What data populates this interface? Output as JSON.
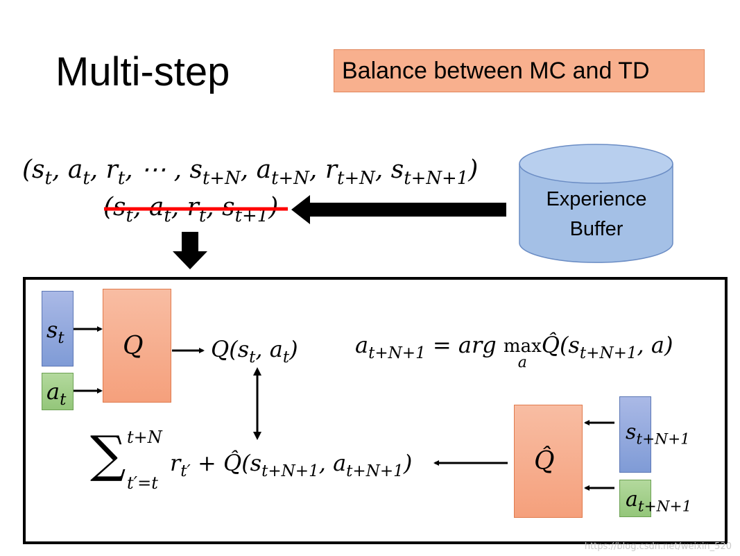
{
  "title": "Multi-step",
  "subtitle": "Balance between MC and TD",
  "experience_buffer": {
    "line1": "Experience",
    "line2": "Buffer"
  },
  "sequence_long": {
    "open": "(",
    "parts": [
      {
        "base": "s",
        "sub": "t"
      },
      {
        "sep": ", "
      },
      {
        "base": "a",
        "sub": "t"
      },
      {
        "sep": ", "
      },
      {
        "base": "r",
        "sub": "t"
      },
      {
        "sep": ", ⋯ , "
      },
      {
        "base": "s",
        "sub": "t+N"
      },
      {
        "sep": ", "
      },
      {
        "base": "a",
        "sub": "t+N"
      },
      {
        "sep": ", "
      },
      {
        "base": "r",
        "sub": "t+N"
      },
      {
        "sep": ", "
      },
      {
        "base": "s",
        "sub": "t+N+1"
      }
    ],
    "close": ")"
  },
  "sequence_short_struck": {
    "text_a": "(s",
    "sub1": "t",
    "text_b": ", a",
    "sub2": "t",
    "text_c": ", r",
    "sub3": "t",
    "text_d": ", s",
    "sub4": "t+1",
    "text_e": ")"
  },
  "nodes": {
    "s_t": {
      "base": "s",
      "sub": "t"
    },
    "a_t": {
      "base": "a",
      "sub": "t"
    },
    "q": "Q",
    "q_hat": "Q̂",
    "s_tN1": {
      "base": "s",
      "sub": "t+N+1"
    },
    "a_tN1": {
      "base": "a",
      "sub": "t+N+1"
    }
  },
  "q_output": {
    "pre": "Q(s",
    "sub1": "t",
    "mid": ", a",
    "sub2": "t",
    "post": ")"
  },
  "argmax_eq": {
    "a": "a",
    "a_sub": "t+N+1",
    "eq": " = arg ",
    "max": "max",
    "max_sub": "a",
    "qhat": "Q̂(s",
    "s_sub": "t+N+1",
    "tail": ", a)"
  },
  "target": {
    "sum_sym": "∑",
    "sum_top": "t+N",
    "sum_bot": "t′=t",
    "r": "r",
    "r_sub": "t′",
    "plus": " + Q̂(s",
    "s_sub": "t+N+1",
    "comma": ", a",
    "a_sub": "t+N+1",
    "close": ")"
  },
  "watermark": "https://blog.csdn.net/weixin_520",
  "colors": {
    "q_box": "#f5a07c",
    "state_box": "#7f9bd6",
    "action_box": "#94c67a",
    "balance_bg": "#f8b08e",
    "buffer": "#a4c0e6",
    "strike": "#ff0000"
  }
}
